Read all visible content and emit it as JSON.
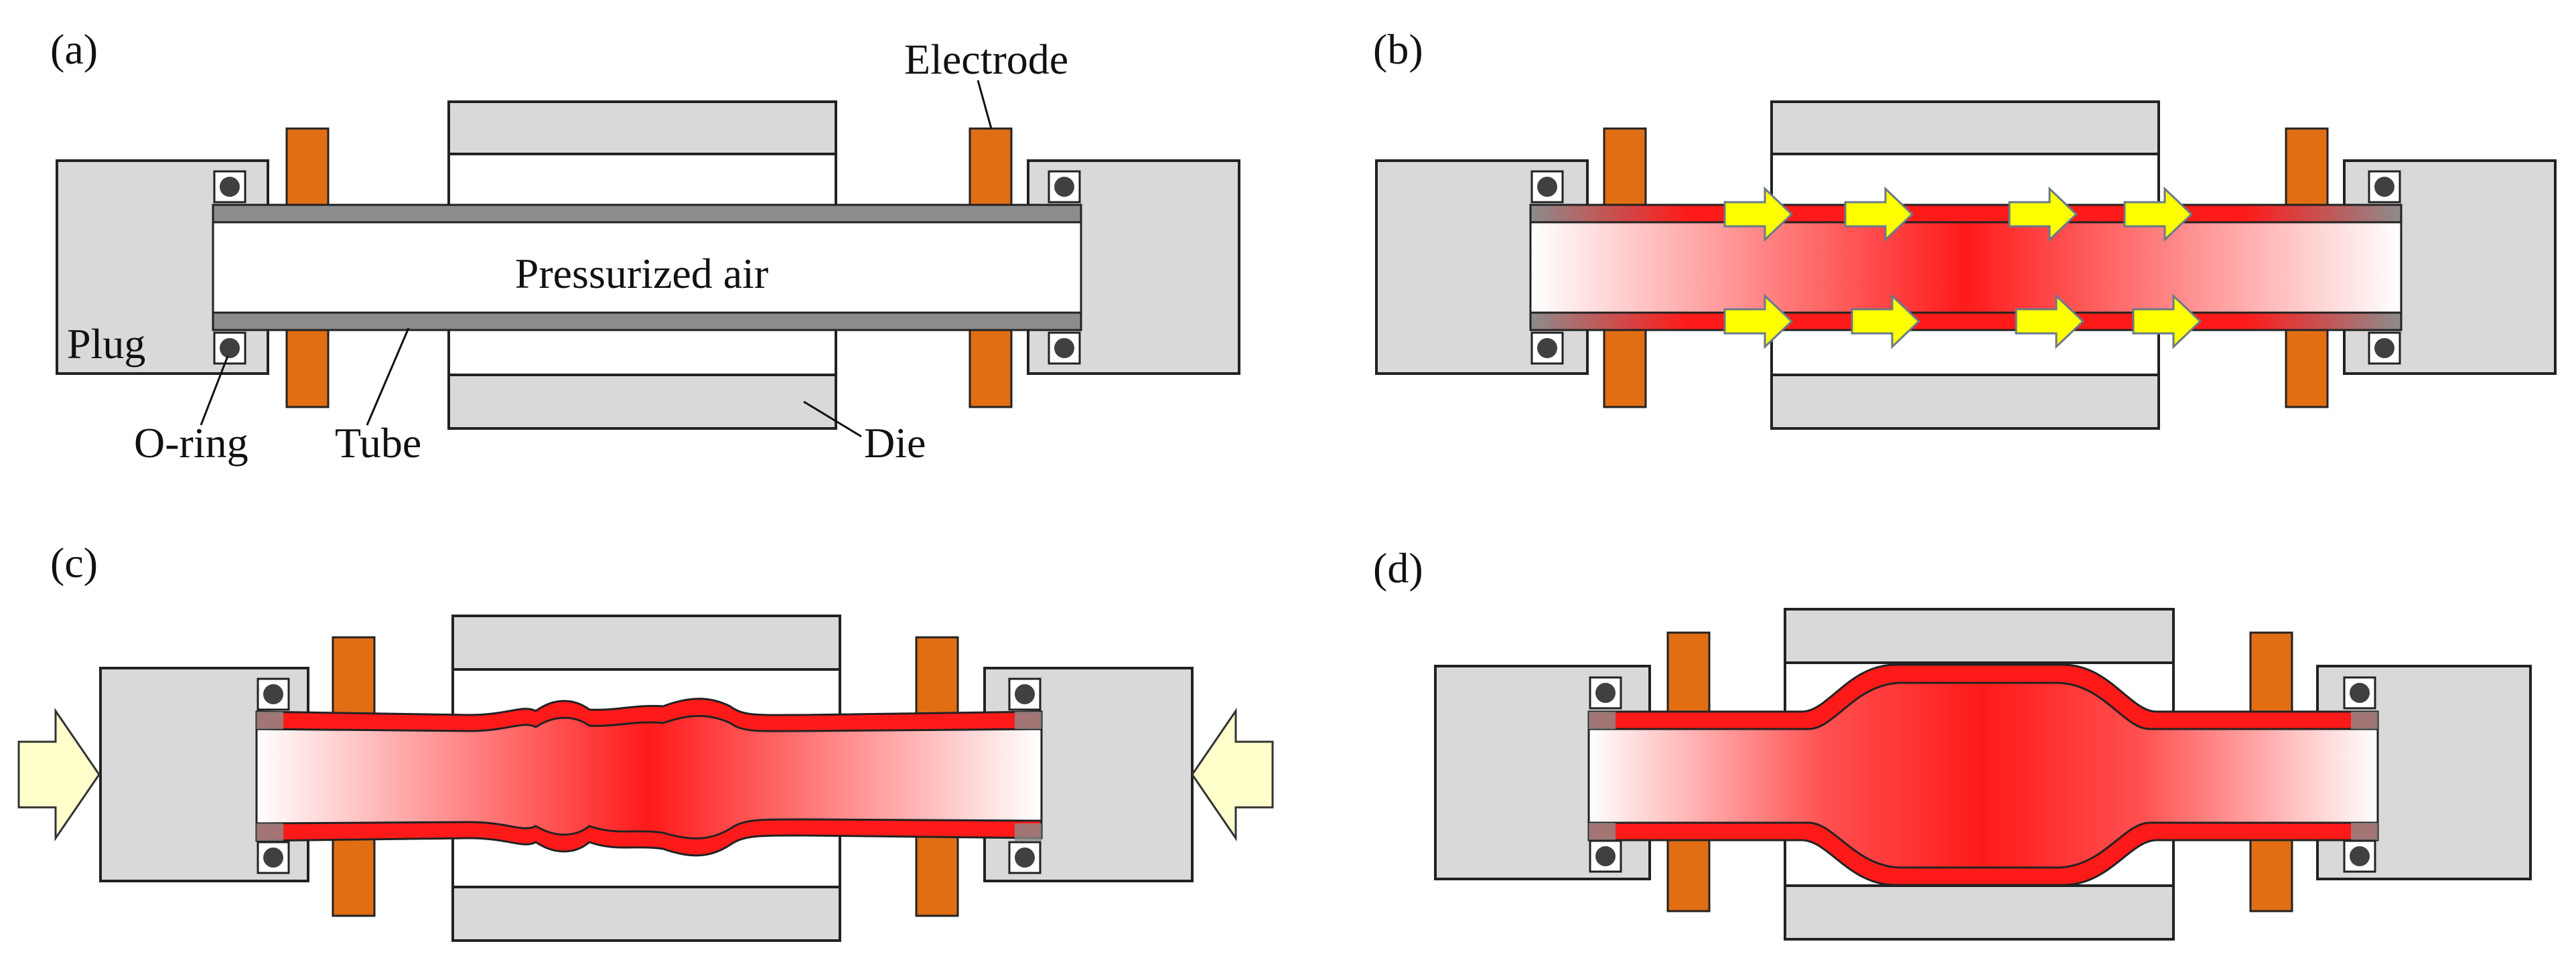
{
  "panels": [
    {
      "id": "a",
      "label": "(a)"
    },
    {
      "id": "b",
      "label": "(b)"
    },
    {
      "id": "c",
      "label": "(c)"
    },
    {
      "id": "d",
      "label": "(d)"
    }
  ],
  "labels": {
    "electrode": "Electrode",
    "pressurized_air": "Pressurized air",
    "plug": "Plug",
    "o_ring": "O-ring",
    "tube": "Tube",
    "die": "Die"
  },
  "colors": {
    "plug_die_fill": "#d9d9d9",
    "tube_wall": "#8c8c8c",
    "electrode": "#e26e14",
    "hot_red": "#ff1a1a",
    "arrow_yellow": "#ffff00",
    "arrow_cream": "#ffffcc",
    "o_ring": "#404040"
  },
  "icons": [
    "current-flow-arrow-icon",
    "axial-push-arrow-icon",
    "o-ring-icon"
  ]
}
